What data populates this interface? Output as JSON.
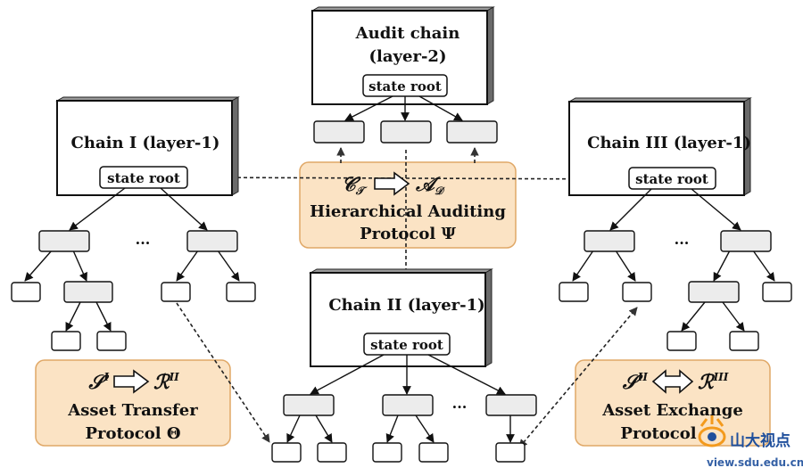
{
  "audit_chain": {
    "title": "Audit chain",
    "layer": "(layer-2)",
    "root": "state root"
  },
  "chain_1": {
    "title": "Chain I (layer-1)",
    "root": "state root"
  },
  "chain_2": {
    "title": "Chain II (layer-1)",
    "root": "state root"
  },
  "chain_3": {
    "title": "Chain III (layer-1)",
    "root": "state root"
  },
  "ellipsis": "...",
  "hierarchical_protocol": {
    "from": "𝒞",
    "from_sub": "𝒯",
    "to": "𝒜",
    "to_sub": "𝒟",
    "line1": "Hierarchical Auditing",
    "line2": "Protocol Ψ"
  },
  "transfer_protocol": {
    "from": "𝒮",
    "from_sup": "I",
    "to": "ℛ",
    "to_sup": "II",
    "line1": "Asset Transfer",
    "line2": "Protocol Θ"
  },
  "exchange_protocol": {
    "from": "𝒮",
    "from_sup": "II",
    "to": "ℛ",
    "to_sup": "III",
    "line1": "Asset Exchange",
    "line2": "Protocol"
  },
  "watermark": {
    "name": "山大视点",
    "url": "view.sdu.edu.cn"
  },
  "colors": {
    "protocol_fill": "#fbe3c4",
    "protocol_border": "#e0a867",
    "node_fill": "#ececec",
    "watermark_orange": "#f39a1d",
    "watermark_blue": "#1f4f9c"
  }
}
